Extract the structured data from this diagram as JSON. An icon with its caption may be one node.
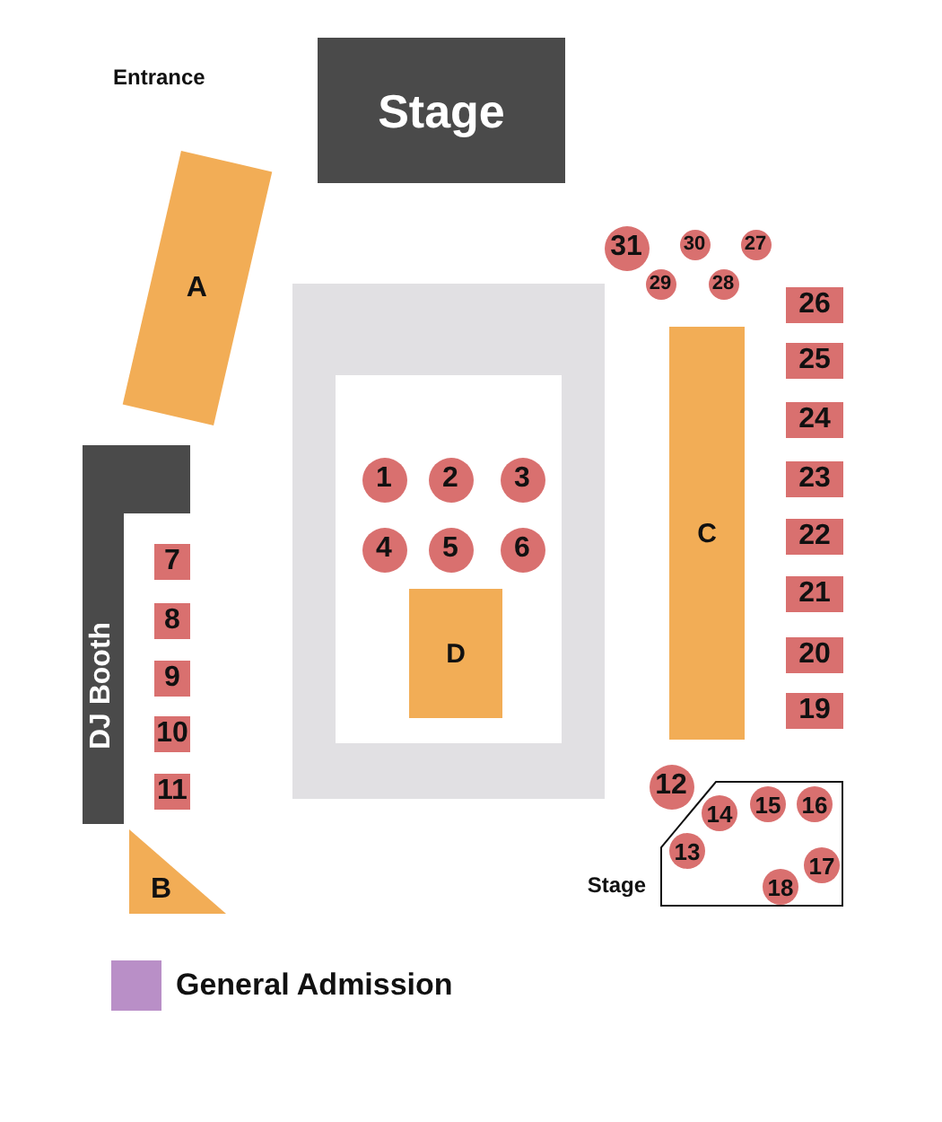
{
  "diagram": {
    "nodes": [
      {
        "text": [
          "Stage"
        ]
      },
      {
        "text": [
          "A"
        ]
      },
      {
        "text": [
          "DJ Booth"
        ]
      },
      {
        "text": [
          "B"
        ]
      },
      {
        "text": [
          "D"
        ]
      },
      {
        "text": [
          "C"
        ]
      },
      {
        "text": [
          "Stage"
        ]
      },
      {
        "text": [
          "1"
        ]
      },
      {
        "text": [
          "2"
        ]
      },
      {
        "text": [
          "3"
        ]
      },
      {
        "text": [
          "4"
        ]
      },
      {
        "text": [
          "5"
        ]
      },
      {
        "text": [
          "6"
        ]
      },
      {
        "text": [
          "7"
        ]
      },
      {
        "text": [
          "8"
        ]
      },
      {
        "text": [
          "9"
        ]
      },
      {
        "text": [
          "10"
        ]
      },
      {
        "text": [
          "11"
        ]
      },
      {
        "text": [
          "12"
        ]
      },
      {
        "text": [
          "13"
        ],
        "in": 6
      },
      {
        "text": [
          "14"
        ],
        "in": 6
      },
      {
        "text": [
          "15"
        ],
        "in": 6
      },
      {
        "text": [
          "16"
        ],
        "in": 6
      },
      {
        "text": [
          "17"
        ],
        "in": 6
      },
      {
        "text": [
          "18"
        ],
        "in": 6
      },
      {
        "text": [
          "19"
        ]
      },
      {
        "text": [
          "20"
        ]
      },
      {
        "text": [
          "21"
        ]
      },
      {
        "text": [
          "22"
        ]
      },
      {
        "text": [
          "23"
        ]
      },
      {
        "text": [
          "24"
        ]
      },
      {
        "text": [
          "25"
        ]
      },
      {
        "text": [
          "26"
        ]
      },
      {
        "text": [
          "27"
        ]
      },
      {
        "text": [
          "28"
        ]
      },
      {
        "text": [
          "29"
        ]
      },
      {
        "text": [
          "30"
        ]
      },
      {
        "text": [
          "31"
        ]
      }
    ],
    "labels": [
      "Entrance"
    ],
    "legend": [
      {
        "text": "General Admission",
        "color": "#b98fc7"
      }
    ]
  }
}
